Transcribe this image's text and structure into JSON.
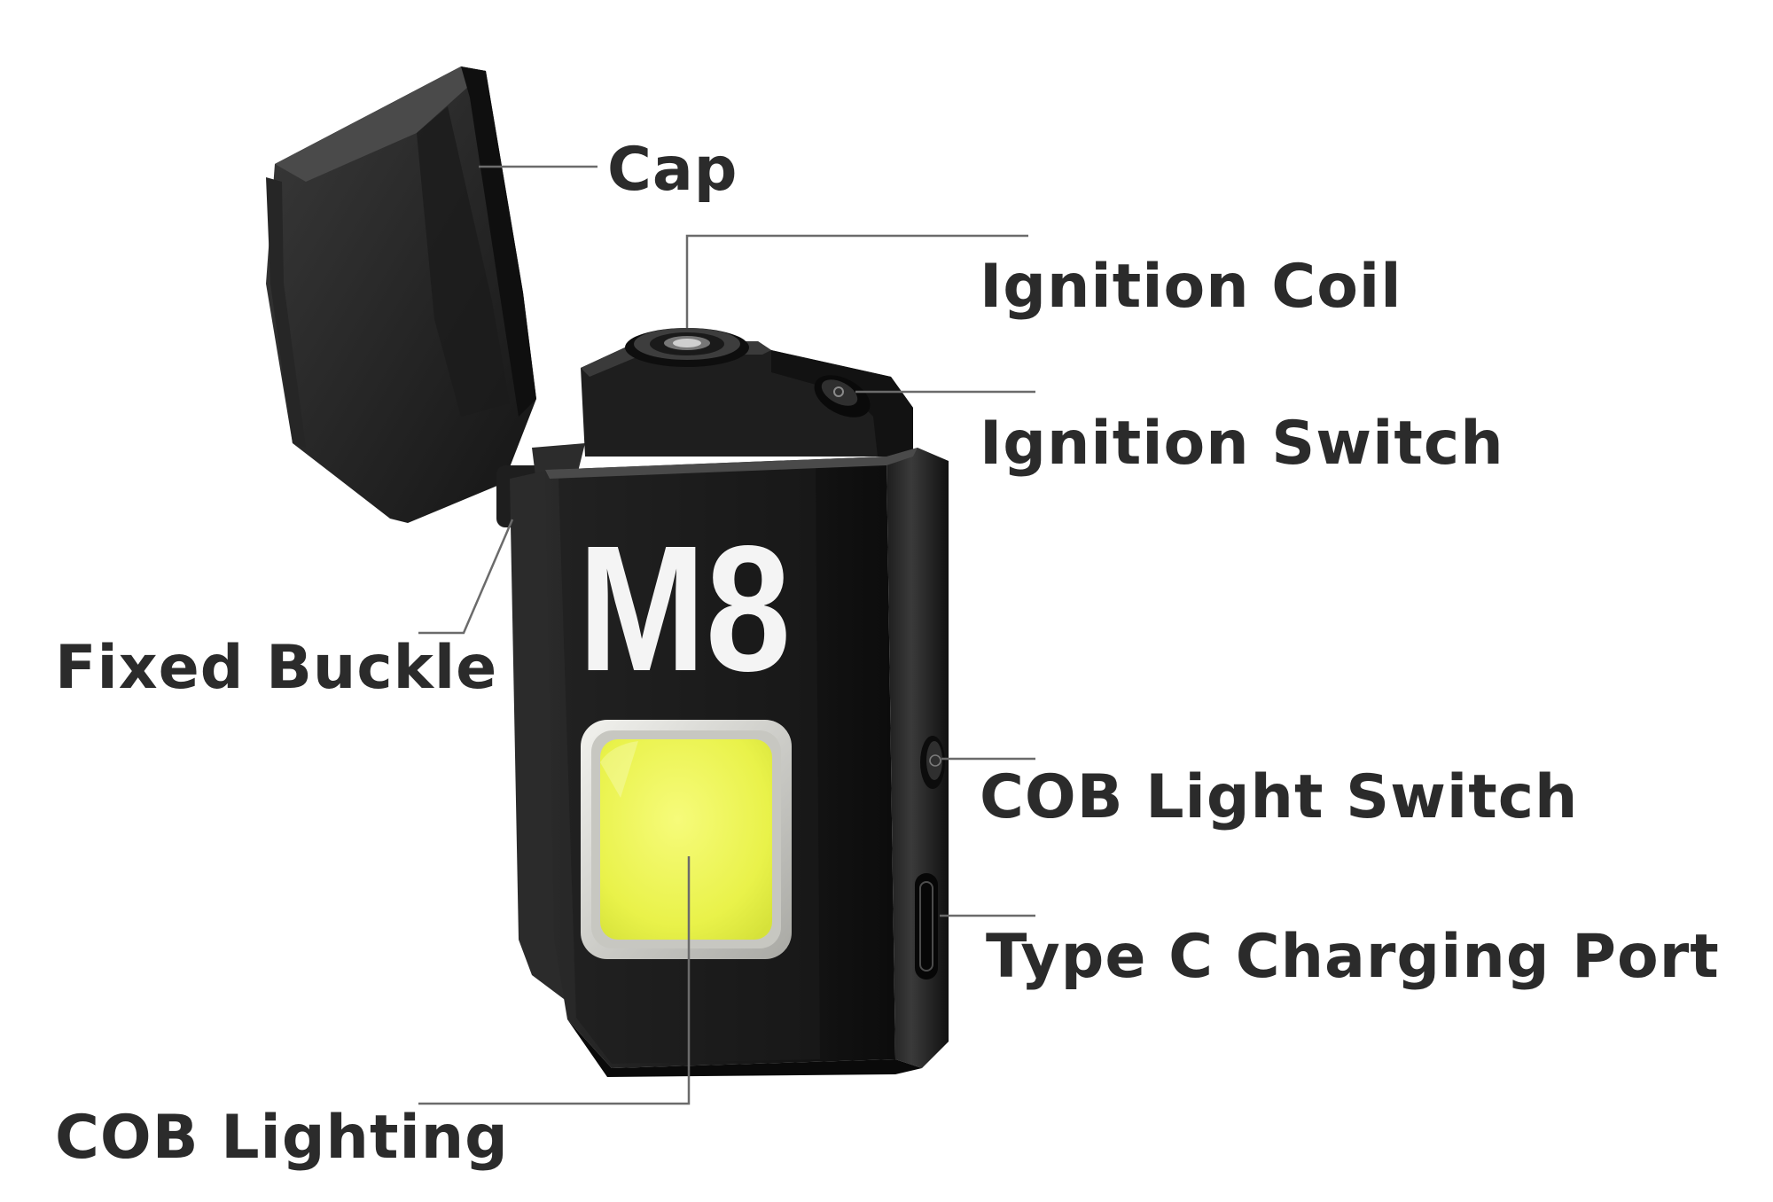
{
  "product": {
    "model_mark": "M8"
  },
  "labels": {
    "cap": "Cap",
    "ignition_coil": "Ignition Coil",
    "ignition_switch": "Ignition Switch",
    "fixed_buckle": "Fixed Buckle",
    "cob_light_switch": "COB Light Switch",
    "type_c_port": "Type C Charging Port",
    "cob_lighting": "COB Lighting"
  },
  "colors": {
    "body": "#141414",
    "label_text": "#2b2b2b",
    "leader_line": "#6b6b6b",
    "cob_led": "#ecf44a",
    "model_mark": "#f4f4f4"
  }
}
